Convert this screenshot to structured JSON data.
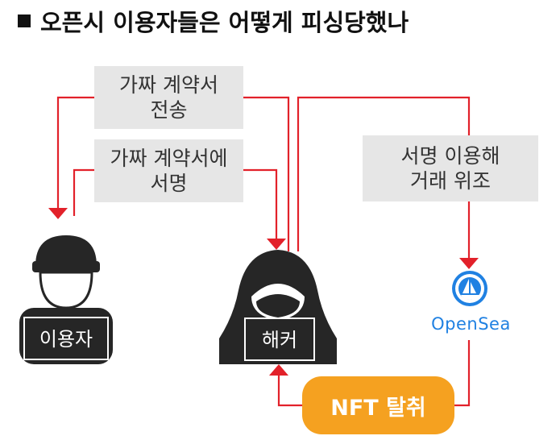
{
  "title": "오픈시 이용자들은 어떻게 피싱당했나",
  "nodes": {
    "user": "이용자",
    "hacker": "해커",
    "opensea": "OpenSea"
  },
  "edges": {
    "send_fake_contract": [
      "가짜 계약서",
      "전송"
    ],
    "sign_fake_contract": [
      "가짜 계약서에",
      "서명"
    ],
    "forge_transaction": [
      "서명 이용해",
      "거래 위조"
    ],
    "nft_theft": "NFT 탈취"
  },
  "colors": {
    "arrow": "#e2212a",
    "label_bg": "#e6e6e6",
    "badge": "#f5a120",
    "figure": "#262626",
    "opensea": "#2081e2"
  }
}
